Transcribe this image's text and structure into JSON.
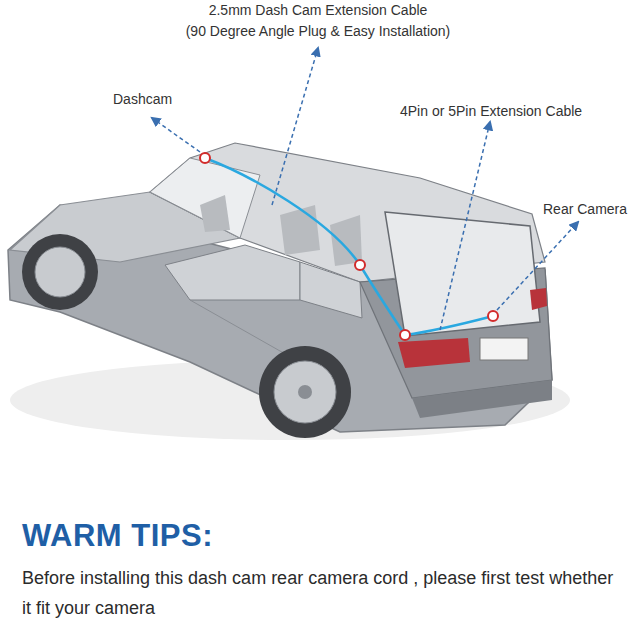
{
  "diagram": {
    "labels": [
      "2.5mm Dash Cam Extension Cable",
      "(90 Degree Angle Plug & Easy Installation)",
      "Dashcam",
      "4Pin or 5Pin Extension Cable",
      "Rear Camera",
      "WARM TIPS:",
      "Before installing this dash cam rear camera cord , please first test whether it fit your camera"
    ]
  }
}
